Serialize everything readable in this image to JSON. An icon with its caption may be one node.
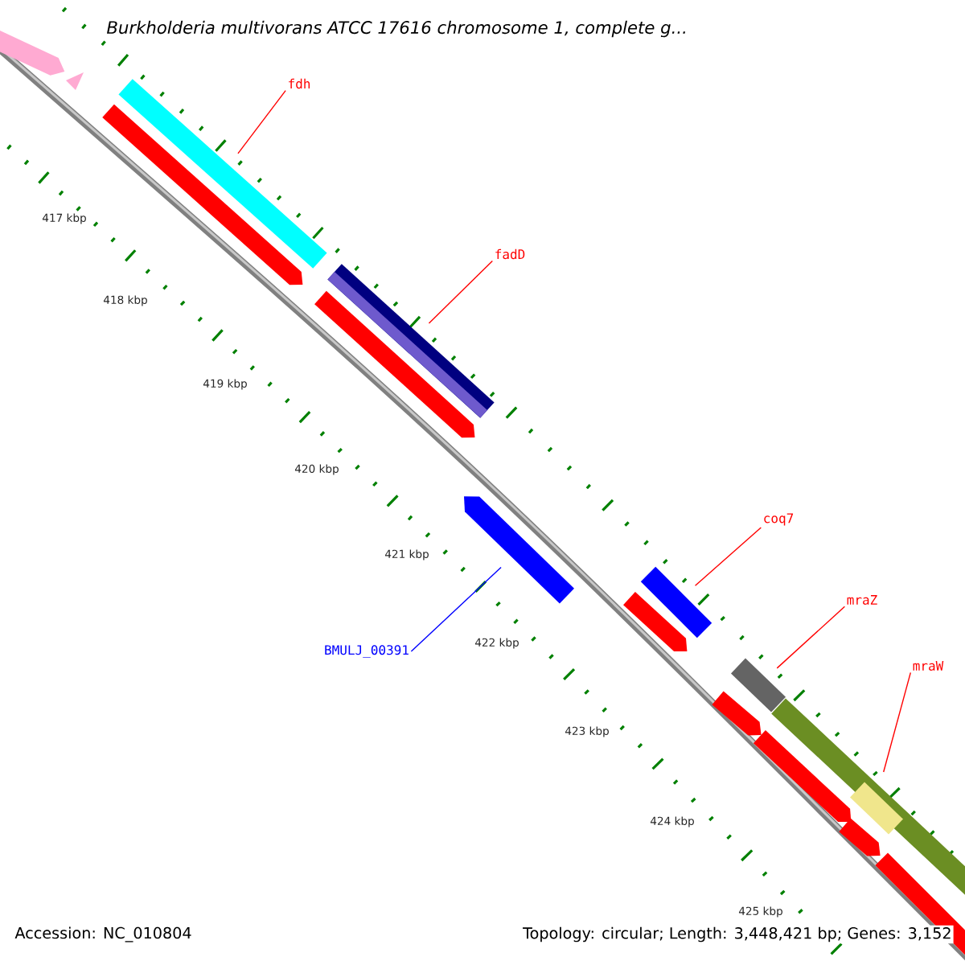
{
  "diagram": {
    "title": "Burkholderia multivorans ATCC 17616 chromosome 1, complete g...",
    "nodes": [
      {
        "text": [
          "fdh"
        ]
      },
      {
        "text": [],
        "shape": "bar"
      },
      {
        "text": [
          "fadD"
        ]
      },
      {
        "text": [],
        "shape": "bar"
      },
      {
        "text": [
          "coq7"
        ]
      },
      {
        "text": [],
        "shape": "bar"
      },
      {
        "text": [
          "BMULJ_00391"
        ]
      },
      {
        "text": [],
        "shape": "arrow"
      },
      {
        "text": [
          "mraZ"
        ]
      },
      {
        "text": [],
        "shape": "bar"
      },
      {
        "text": [
          "mraW"
        ]
      },
      {
        "text": [],
        "shape": "bar"
      },
      {
        "text": [],
        "shape": "arrow"
      },
      {
        "text": [],
        "shape": "arrow"
      },
      {
        "text": [],
        "shape": "arrow"
      },
      {
        "text": [],
        "shape": "arrow"
      },
      {
        "text": [],
        "shape": "arrow"
      },
      {
        "text": [],
        "shape": "arrow"
      },
      {
        "text": [],
        "shape": "arrow"
      },
      {
        "text": [],
        "shape": "arrow"
      }
    ],
    "edges": [
      {
        "from": 0,
        "to": 1,
        "arrow": "none"
      },
      {
        "from": 2,
        "to": 3,
        "arrow": "none"
      },
      {
        "from": 4,
        "to": 5,
        "arrow": "none"
      },
      {
        "from": 6,
        "to": 7,
        "arrow": "none",
        "color": "#0000ff"
      },
      {
        "from": 8,
        "to": 9,
        "arrow": "none"
      },
      {
        "from": 10,
        "to": 11,
        "arrow": "none"
      }
    ],
    "labels": [
      "417 kbp",
      "418 kbp",
      "419 kbp",
      "420 kbp",
      "421 kbp",
      "422 kbp",
      "423 kbp",
      "424 kbp",
      "425 kbp",
      "Accession: NC_010804",
      "Topology: circular; Length: 3,448,421 bp; Genes: 3,152"
    ]
  }
}
